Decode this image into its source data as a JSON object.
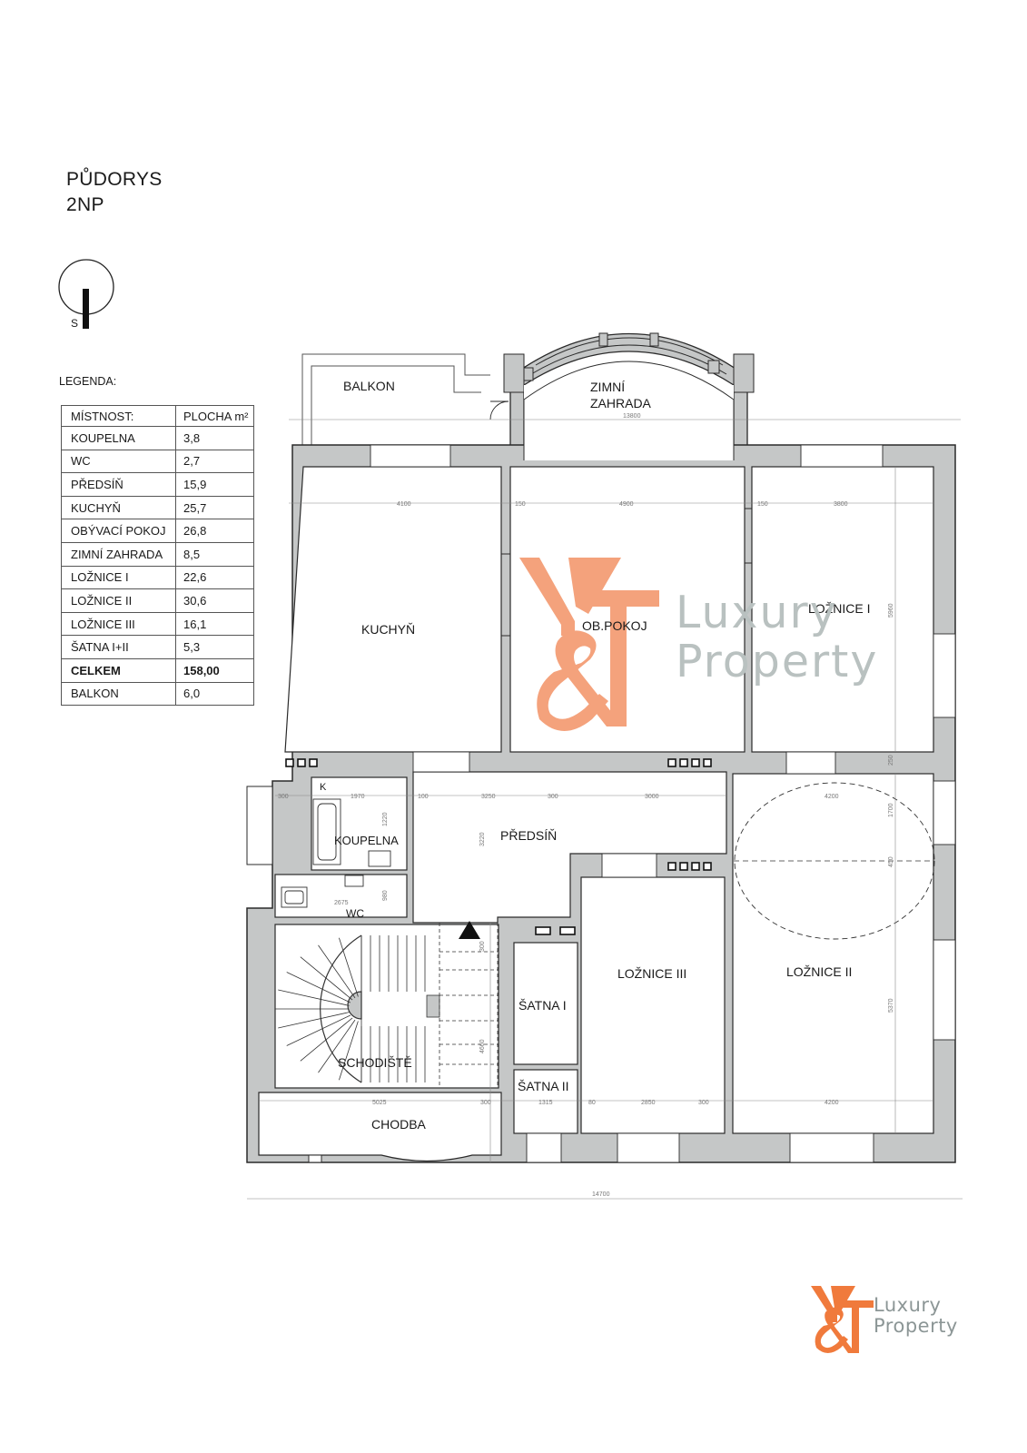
{
  "title": {
    "line1": "PŮDORYS",
    "line2": "2NP"
  },
  "north_marker": {
    "label": "S"
  },
  "legend": {
    "label": "LEGENDA:",
    "header": {
      "room": "MÍSTNOST:",
      "area": "PLOCHA m²"
    },
    "rows": [
      {
        "room": "KOUPELNA",
        "area": "3,8"
      },
      {
        "room": "WC",
        "area": "2,7"
      },
      {
        "room": "PŘEDSÍŇ",
        "area": "15,9"
      },
      {
        "room": "KUCHYŇ",
        "area": "25,7"
      },
      {
        "room": "OBÝVACÍ POKOJ",
        "area": "26,8"
      },
      {
        "room": "ZIMNÍ ZAHRADA",
        "area": "8,5"
      },
      {
        "room": "LOŽNICE I",
        "area": "22,6"
      },
      {
        "room": "LOŽNICE II",
        "area": "30,6"
      },
      {
        "room": "LOŽNICE III",
        "area": "16,1"
      },
      {
        "room": "ŠATNA I+II",
        "area": "5,3"
      },
      {
        "room": "CELKEM",
        "area": "158,00",
        "bold": true
      },
      {
        "room": "BALKON",
        "area": "6,0"
      }
    ]
  },
  "plan_labels": {
    "balkon": "BALKON",
    "zimni_1": "ZIMNÍ",
    "zimni_2": "ZAHRADA",
    "kuchyn": "KUCHYŇ",
    "ob_pokoj": "OB.POKOJ",
    "loznice_1": "LOŽNICE I",
    "koupelna": "KOUPELNA",
    "koupelna_k": "K",
    "predsin": "PŘEDSÍŇ",
    "wc": "WC",
    "loznice_3": "LOŽNICE III",
    "loznice_2": "LOŽNICE II",
    "satna_1": "ŠATNA I",
    "satna_2": "ŠATNA II",
    "schodiste": "SCHODIŠTĚ",
    "chodba": "CHODBA"
  },
  "dimensions": {
    "d13800": "13800",
    "d4100": "4100",
    "d150a": "150",
    "d4900": "4900",
    "d150b": "150",
    "d3800": "3800",
    "d5960": "5960",
    "d300a": "300",
    "d1970": "1970",
    "d100": "100",
    "d3250": "3250",
    "d300b": "300",
    "d3000": "3000",
    "d4200a": "4200",
    "d1700": "1700",
    "d450": "450",
    "d1220": "1220",
    "d3220": "3220",
    "d2675": "2675",
    "d980": "980",
    "d5370": "5370",
    "d4660": "4660",
    "d300c": "300",
    "d5025": "5025",
    "d300d": "300",
    "d1315": "1315",
    "d80": "80",
    "d2850": "2850",
    "d300e": "300",
    "d4200b": "4200",
    "d14700": "14700",
    "d250": "250"
  },
  "watermark": {
    "line1": "Luxury",
    "line2": "Property"
  },
  "logo": {
    "line1": "Luxury",
    "line2": "Property"
  },
  "colors": {
    "wall": "#c5c7c7",
    "wall_stroke": "#2a2a2a",
    "accent": "#f07a3c",
    "watermark_orange": "#f4a27c",
    "watermark_gray": "#b9c1c0"
  }
}
